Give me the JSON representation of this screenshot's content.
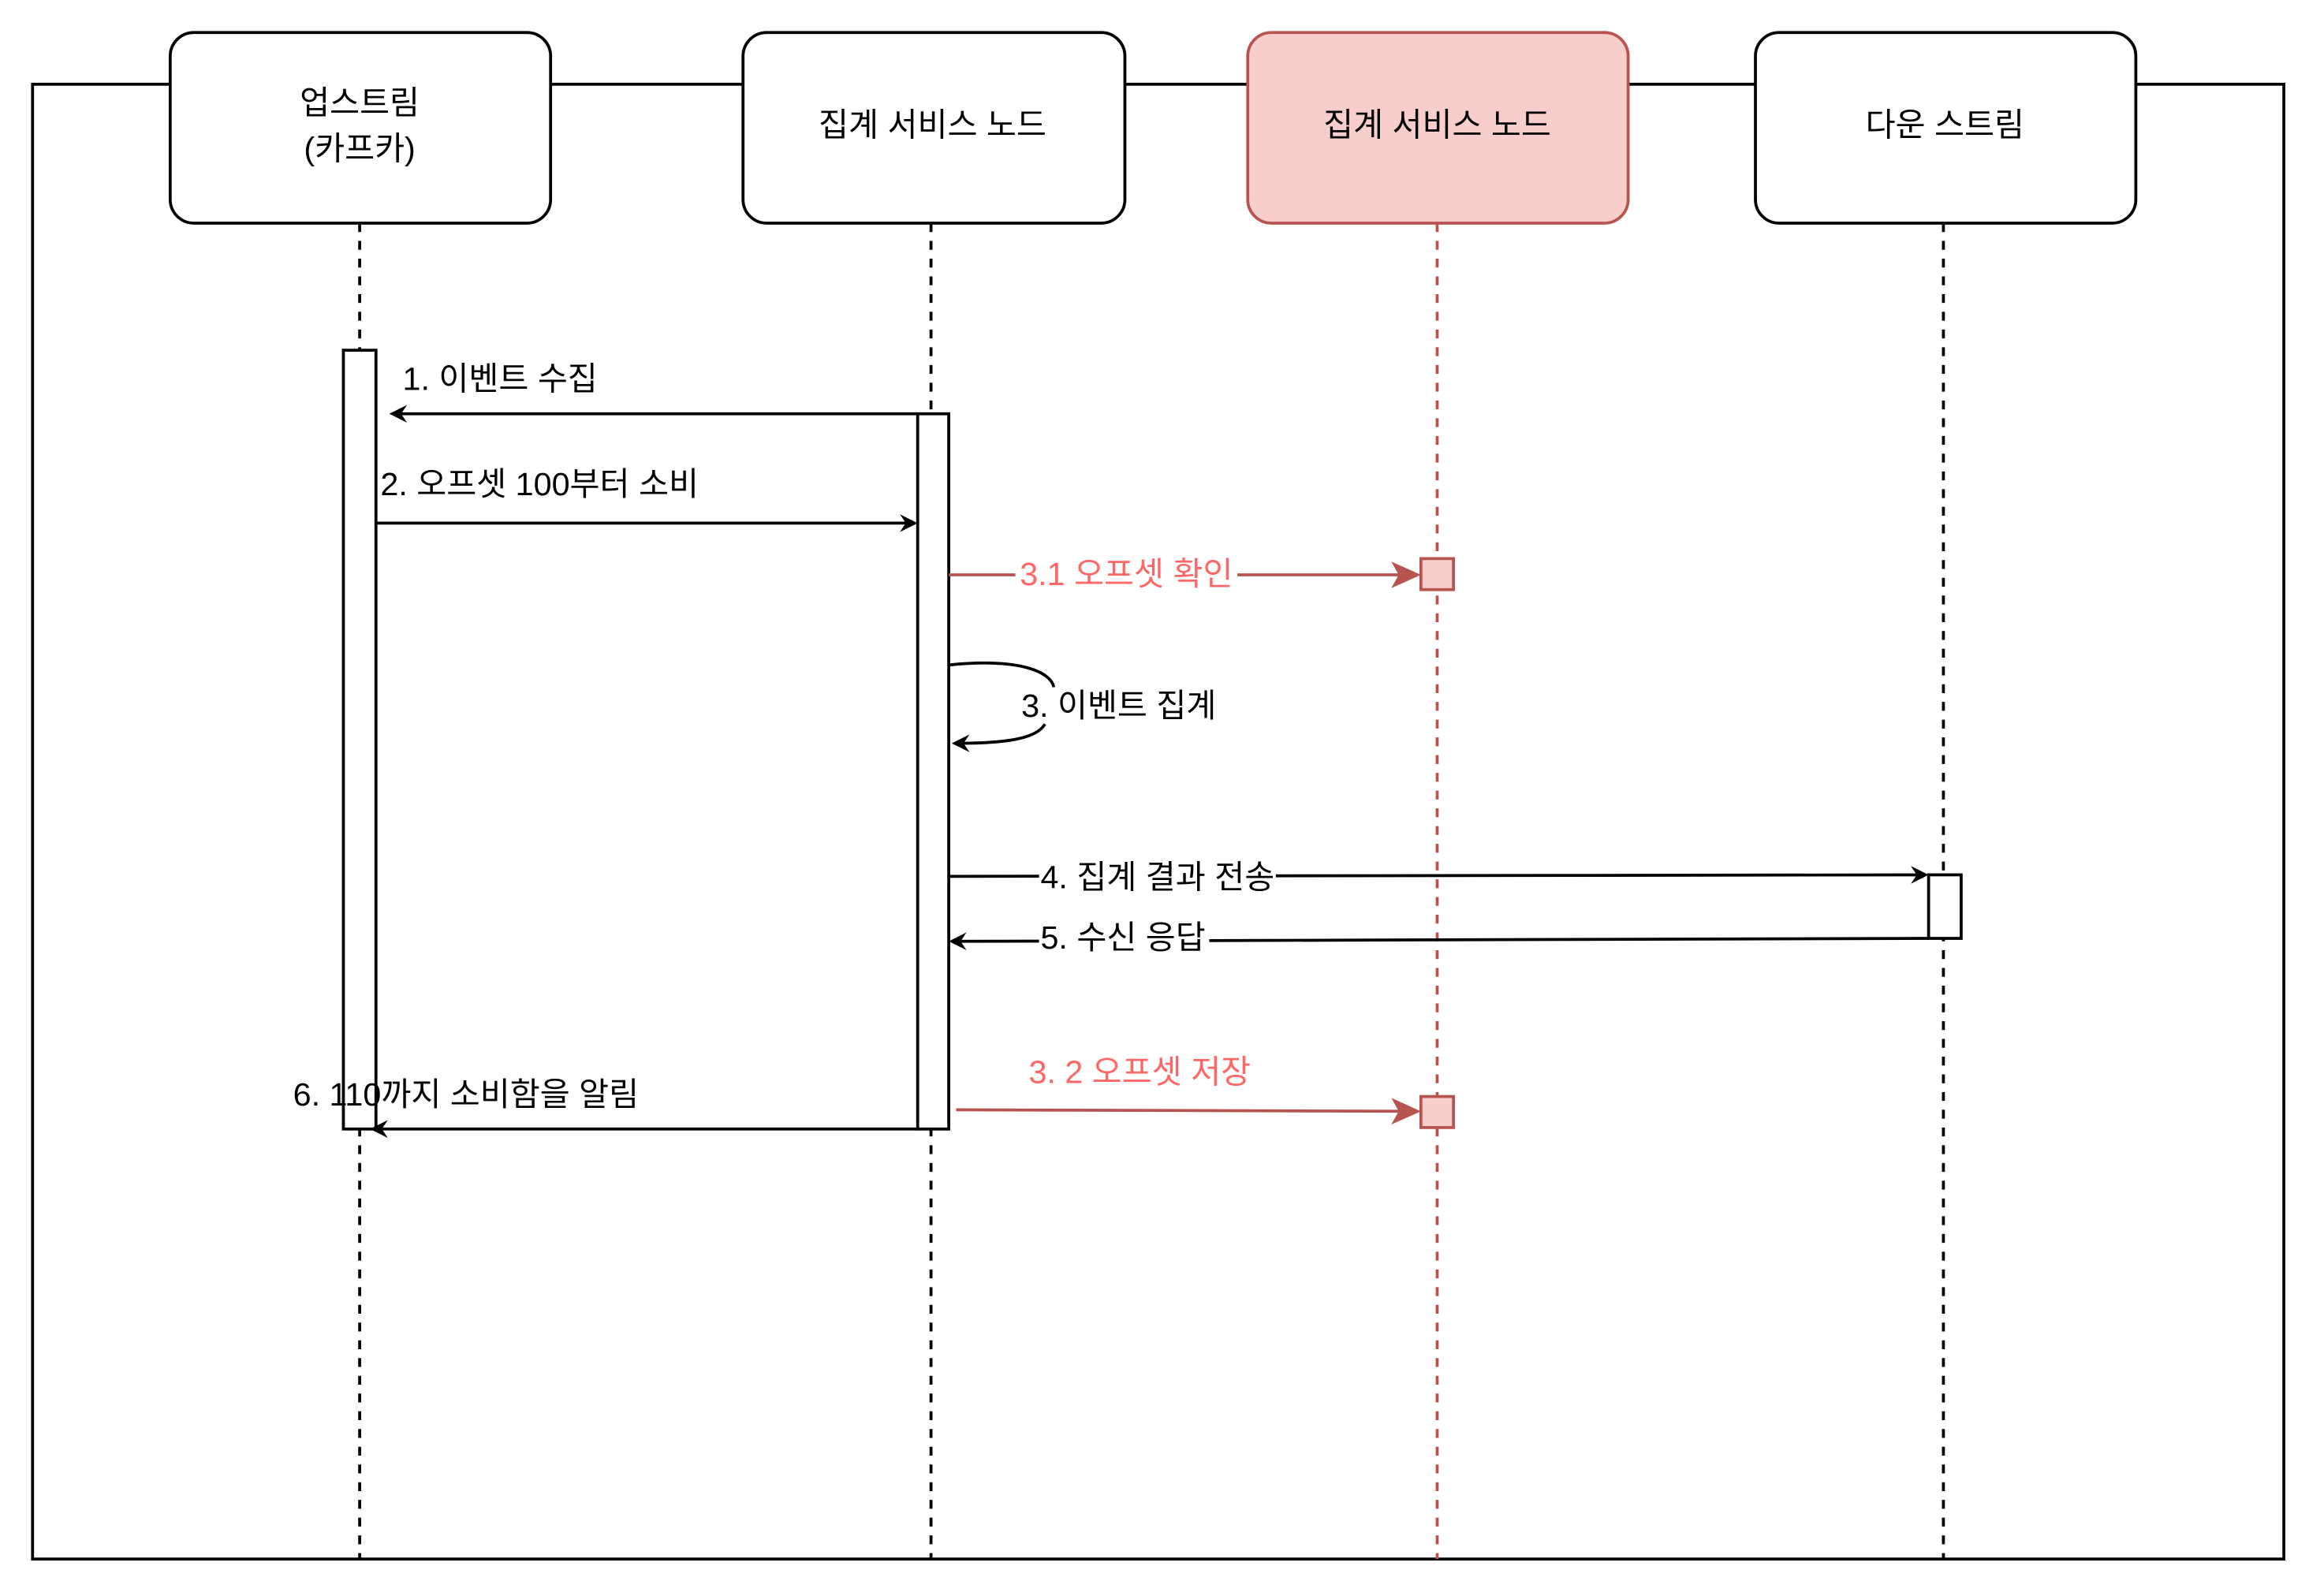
{
  "participants": [
    {
      "line1": "업스트림",
      "line2": "(카프카)"
    },
    {
      "line1": "집계 서비스 노드"
    },
    {
      "line1": "집계 서비스 노드"
    },
    {
      "line1": "다운 스트림"
    }
  ],
  "messages": {
    "m1": "1. 이벤트 수집",
    "m2": "2. 오프셋 100부터 소비",
    "m31": "3.1 오프셋 확인",
    "m3": "3. 이벤트 집계",
    "m4": "4. 집계 결과 전송",
    "m5": "5. 수신 응답",
    "m32": "3. 2 오프셋 저장",
    "m6": "6. 110까지 소비함을 알림"
  },
  "colors": {
    "highlight_fill": "#f8cecc",
    "highlight_stroke": "#b85450",
    "highlight_text": "#ff6666"
  }
}
